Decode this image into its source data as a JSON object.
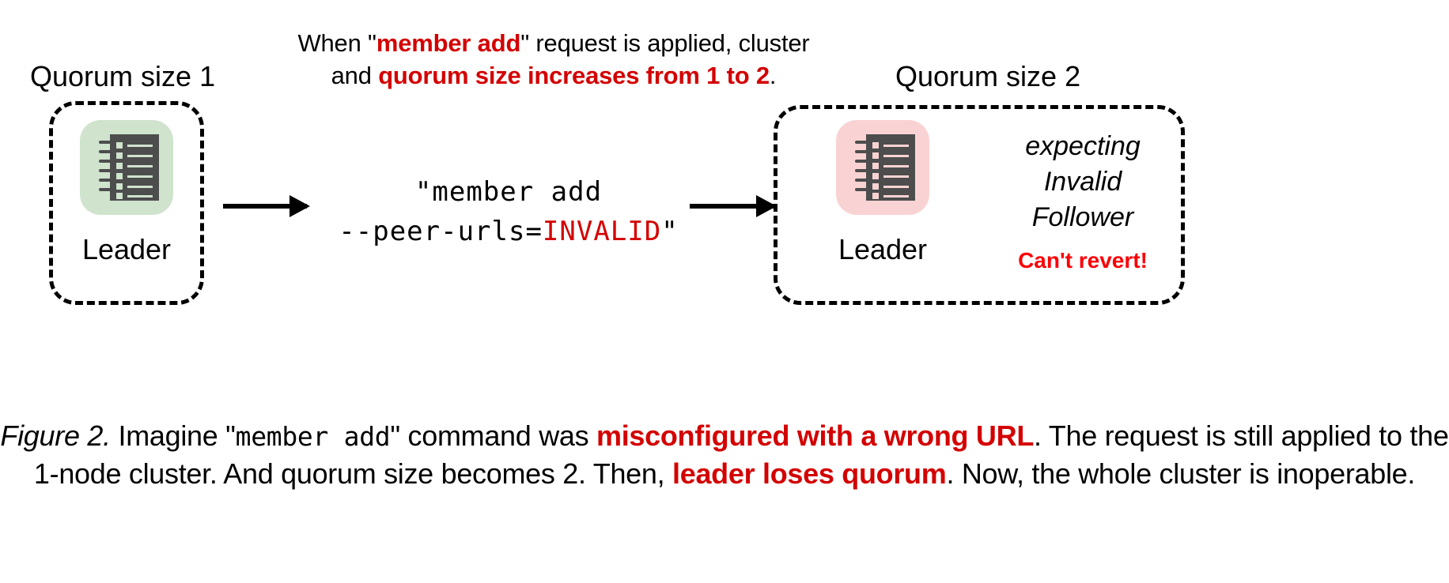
{
  "figure": {
    "top_note": {
      "segments": [
        {
          "text": "When \"",
          "style": "plain"
        },
        {
          "text": "member add",
          "style": "red-bold"
        },
        {
          "text": "\" request is applied, cluster and ",
          "style": "plain"
        },
        {
          "text": "quorum size increases from 1 to 2",
          "style": "red-bold"
        },
        {
          "text": ".",
          "style": "plain"
        }
      ],
      "plain_text": "When \"member add\" request is applied, cluster and quorum size increases from 1 to 2."
    },
    "left_cluster": {
      "title": "Quorum size 1",
      "node_label": "Leader",
      "node_icon": "ledger-icon",
      "node_color": "#cfe3cd"
    },
    "right_cluster": {
      "title": "Quorum size 2",
      "node_label": "Leader",
      "node_icon": "ledger-icon",
      "node_color": "#f9d3d3",
      "status_lines": [
        "expecting",
        "Invalid",
        "Follower"
      ],
      "warning": "Can't revert!"
    },
    "command": {
      "line1": "\"member add",
      "line2_prefix": "--peer-urls=",
      "line2_value": "INVALID",
      "line2_suffix": "\"",
      "full_text": "\"member add --peer-urls=INVALID\""
    },
    "arrows": {
      "left_arrow": "arrow-right-icon",
      "right_arrow": "arrow-right-icon"
    },
    "caption": {
      "label": "Figure 2.",
      "segments": [
        {
          "text": " Imagine \"",
          "style": "plain"
        },
        {
          "text": "member add",
          "style": "mono"
        },
        {
          "text": "\" command was ",
          "style": "plain"
        },
        {
          "text": "misconfigured with a wrong URL",
          "style": "red-bold"
        },
        {
          "text": ". The request is still applied to the 1-node cluster. And quorum size becomes 2. Then, ",
          "style": "plain"
        },
        {
          "text": "leader loses quorum",
          "style": "red-bold"
        },
        {
          "text": ". Now, the whole cluster is inoperable.",
          "style": "plain"
        }
      ],
      "line1_plain": "Figure 2. Imagine \"member add\" command was misconfigured with a wrong URL.",
      "line2_plain": "The request is still applied to the 1-node cluster. And quorum size becomes 2. Then,",
      "line3_plain": "leader loses quorum. Now, the whole cluster is inoperable."
    },
    "colors": {
      "accent_red": "#d40000",
      "warning_red": "#fb0007",
      "leader_ok_bg": "#cfe3cd",
      "leader_bad_bg": "#f9d3d3",
      "ledger_body": "#4d4d4d",
      "page_bg": "#ffffff"
    }
  }
}
